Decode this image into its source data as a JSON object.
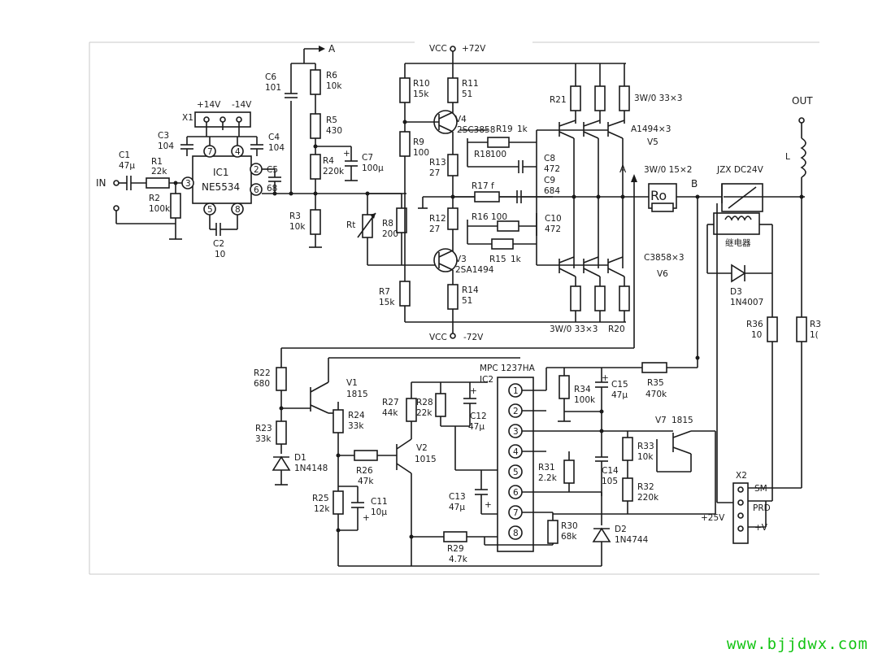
{
  "nodes": {
    "in": "IN",
    "out": "OUT",
    "a": "A",
    "b": "B",
    "a2": "A",
    "vcc_pos": "VCC",
    "vcc_pos_v": "+72V",
    "vcc_neg": "VCC",
    "vcc_neg_v": "-72V"
  },
  "connector_x1": {
    "ref": "X1",
    "pos": "+14V",
    "neg": "-14V"
  },
  "ic1": {
    "ref": "IC1",
    "part": "NE5534",
    "pins": [
      "2",
      "3",
      "5",
      "6",
      "7",
      "4",
      "8"
    ]
  },
  "ic2": {
    "ref": "IC2",
    "part": "MPC 1237HA",
    "pins": [
      "1",
      "2",
      "3",
      "4",
      "5",
      "6",
      "7",
      "8"
    ]
  },
  "resistors": [
    {
      "ref": "R1",
      "value": "22k"
    },
    {
      "ref": "R2",
      "value": "100k"
    },
    {
      "ref": "R3",
      "value": "10k"
    },
    {
      "ref": "R4",
      "value": "220k"
    },
    {
      "ref": "R5",
      "value": "430"
    },
    {
      "ref": "R6",
      "value": "10k"
    },
    {
      "ref": "R7",
      "value": "15k"
    },
    {
      "ref": "R8",
      "value": "200"
    },
    {
      "ref": "R9",
      "value": "100"
    },
    {
      "ref": "R10",
      "value": "15k"
    },
    {
      "ref": "R11",
      "value": "51"
    },
    {
      "ref": "R12",
      "value": "27"
    },
    {
      "ref": "R13",
      "value": "27"
    },
    {
      "ref": "R14",
      "value": "51"
    },
    {
      "ref": "R15",
      "value": "1k"
    },
    {
      "ref": "R16",
      "value": "100"
    },
    {
      "ref": "R17",
      "value": "f"
    },
    {
      "ref": "R18",
      "value": "100"
    },
    {
      "ref": "R19",
      "value": "1k"
    },
    {
      "ref": "R22",
      "value": "680"
    },
    {
      "ref": "R23",
      "value": "33k"
    },
    {
      "ref": "R24",
      "value": "33k"
    },
    {
      "ref": "R25",
      "value": "12k"
    },
    {
      "ref": "R26",
      "value": "47k"
    },
    {
      "ref": "R27",
      "value": "44k"
    },
    {
      "ref": "R28",
      "value": "22k"
    },
    {
      "ref": "R29",
      "value": "4.7k"
    },
    {
      "ref": "R30",
      "value": "68k"
    },
    {
      "ref": "R31",
      "value": "2.2k"
    },
    {
      "ref": "R32",
      "value": "220k"
    },
    {
      "ref": "R33",
      "value": "10k"
    },
    {
      "ref": "R34",
      "value": "100k"
    },
    {
      "ref": "R35",
      "value": "470k"
    },
    {
      "ref": "R36",
      "value": "10"
    },
    {
      "ref": "R3",
      "value": "1("
    }
  ],
  "capacitors": [
    {
      "ref": "C1",
      "value": "47μ"
    },
    {
      "ref": "C2",
      "value": "10"
    },
    {
      "ref": "C3",
      "value": "104"
    },
    {
      "ref": "C4",
      "value": "104"
    },
    {
      "ref": "C5",
      "value": "68"
    },
    {
      "ref": "C6",
      "value": "101"
    },
    {
      "ref": "C7",
      "value": "100μ"
    },
    {
      "ref": "C8",
      "value": "472"
    },
    {
      "ref": "C9",
      "value": "684"
    },
    {
      "ref": "C10",
      "value": "472"
    },
    {
      "ref": "C11",
      "value": "10μ"
    },
    {
      "ref": "C12",
      "value": "47μ"
    },
    {
      "ref": "C13",
      "value": "47μ"
    },
    {
      "ref": "C14",
      "value": "105"
    },
    {
      "ref": "C15",
      "value": "47μ"
    }
  ],
  "transistors": [
    {
      "ref": "V1",
      "part": "1815"
    },
    {
      "ref": "V2",
      "part": "1015"
    },
    {
      "ref": "V3",
      "part": "2SA1494"
    },
    {
      "ref": "V4",
      "part": "2SC3858"
    },
    {
      "ref": "V5",
      "part": "A1494×3"
    },
    {
      "ref": "V6",
      "part": "C3858×3"
    },
    {
      "ref": "V7",
      "part": "1815"
    }
  ],
  "diodes": [
    {
      "ref": "D1",
      "part": "1N4148"
    },
    {
      "ref": "D2",
      "part": "1N4744"
    },
    {
      "ref": "D3",
      "part": "1N4007"
    }
  ],
  "power_resistors": {
    "r21": "R21",
    "top_rating": "3W/0 33×3",
    "r20": "R20",
    "bottom_rating": "3W/0 33×3",
    "ro": "Ro",
    "ro_rating": "3W/0 15×2"
  },
  "pot": {
    "ref": "Rt"
  },
  "inductor": {
    "ref": "L"
  },
  "relay": {
    "part": "JZX DC24V",
    "name": "继电器"
  },
  "connector_x2": {
    "ref": "X2",
    "pins": [
      "SM",
      "PRD",
      "+V"
    ],
    "supply": "+25V"
  },
  "watermark": "www.bjjdwx.com"
}
